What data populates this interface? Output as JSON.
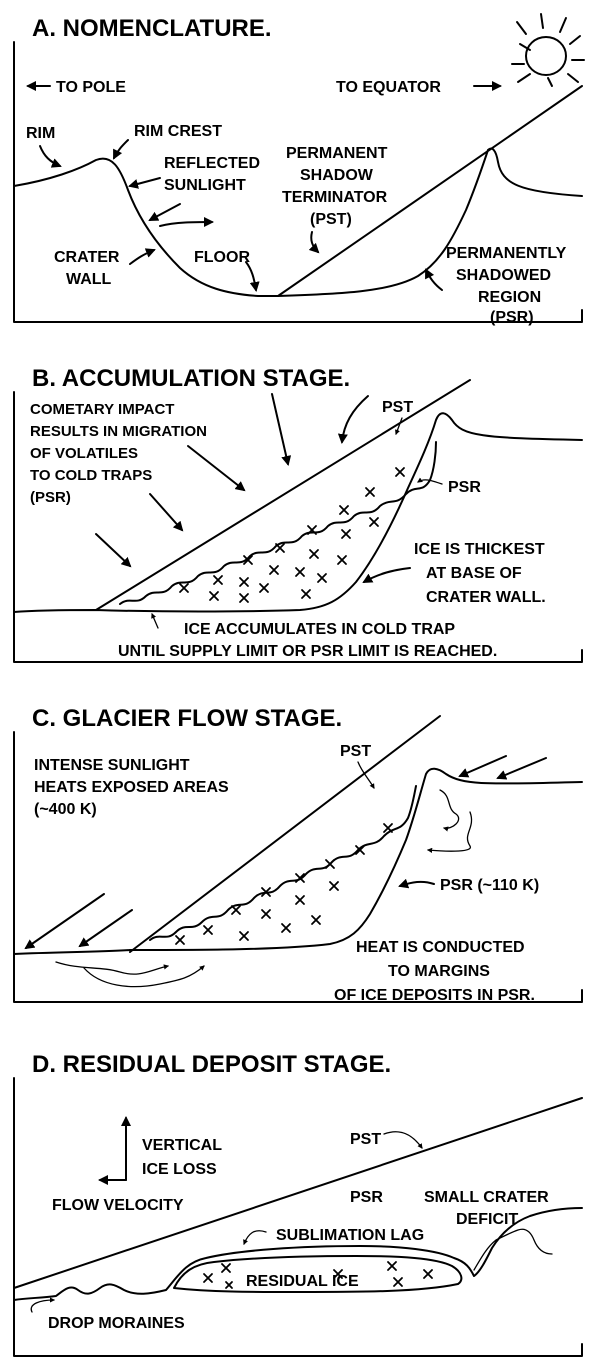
{
  "panels": {
    "a": {
      "title": "A. NOMENCLATURE.",
      "to_pole": "TO POLE",
      "to_equator": "TO EQUATOR",
      "rim": "RIM",
      "rim_crest": "RIM CREST",
      "reflected_sunlight": [
        "REFLECTED",
        "SUNLIGHT"
      ],
      "pst": [
        "PERMANENT",
        "SHADOW",
        "TERMINATOR",
        "(PST)"
      ],
      "crater_wall": [
        "CRATER",
        "WALL"
      ],
      "floor": "FLOOR",
      "psr": [
        "PERMANENTLY",
        "SHADOWED",
        "REGION",
        "(PSR)"
      ]
    },
    "b": {
      "title": "B. ACCUMULATION STAGE.",
      "impact_text": [
        "COMETARY IMPACT",
        "RESULTS IN MIGRATION",
        "OF VOLATILES",
        "TO COLD TRAPS",
        "(PSR)"
      ],
      "pst": "PST",
      "psr": "PSR",
      "ice_thickest": [
        "ICE IS THICKEST",
        "AT BASE OF",
        "CRATER WALL."
      ],
      "accumulates": [
        "ICE ACCUMULATES IN COLD TRAP",
        "UNTIL SUPPLY LIMIT OR PSR LIMIT IS REACHED."
      ]
    },
    "c": {
      "title": "C. GLACIER FLOW STAGE.",
      "sunlight": [
        "INTENSE SUNLIGHT",
        "HEATS EXPOSED AREAS",
        "(~400 K)"
      ],
      "pst": "PST",
      "psr": "PSR (~110 K)",
      "heat": [
        "HEAT IS CONDUCTED",
        "TO MARGINS",
        "OF ICE DEPOSITS IN PSR."
      ]
    },
    "d": {
      "title": "D. RESIDUAL DEPOSIT STAGE.",
      "vertical": [
        "VERTICAL",
        "ICE LOSS"
      ],
      "flow_velocity": "FLOW VELOCITY",
      "pst": "PST",
      "psr": "PSR",
      "small_crater": [
        "SMALL CRATER",
        "DEFICIT"
      ],
      "sublimation": "SUBLIMATION LAG",
      "residual": "RESIDUAL ICE",
      "moraines": "DROP MORAINES"
    }
  }
}
